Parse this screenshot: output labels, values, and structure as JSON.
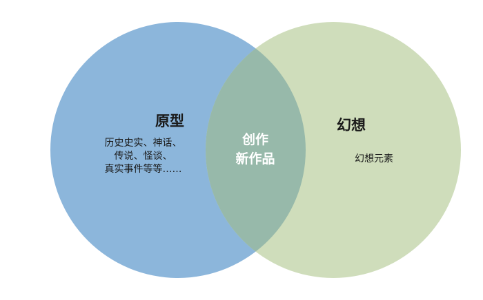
{
  "diagram": {
    "type": "venn",
    "colors": {
      "left_circle": "#8cb6db",
      "right_circle": "#cfddbb",
      "overlap": "#97b9aa",
      "center_text": "#ffffff"
    },
    "left": {
      "title": "原型",
      "description_lines": [
        "历史史实、神话、",
        "传说、怪谈、",
        "真实事件等等……"
      ]
    },
    "right": {
      "title": "幻想",
      "description": "幻想元素"
    },
    "overlap": {
      "lines": [
        "创作",
        "新作品"
      ]
    }
  }
}
